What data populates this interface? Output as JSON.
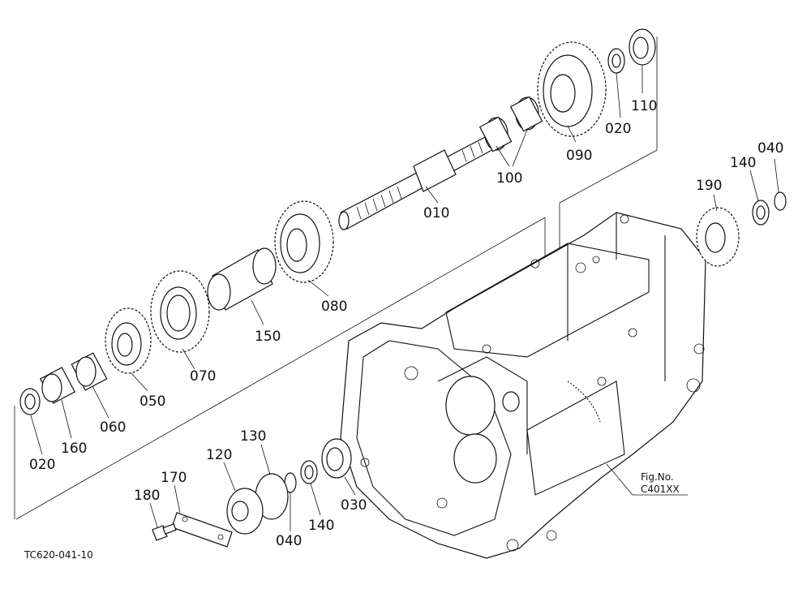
{
  "drawing_id": "TC620-041-10",
  "figure": {
    "line1": "Fig.No.",
    "line2": "C401XX"
  },
  "callouts": [
    "010",
    "020",
    "020",
    "030",
    "040",
    "040",
    "050",
    "060",
    "070",
    "080",
    "090",
    "100",
    "110",
    "120",
    "130",
    "140",
    "140",
    "150",
    "160",
    "170",
    "180",
    "190"
  ]
}
